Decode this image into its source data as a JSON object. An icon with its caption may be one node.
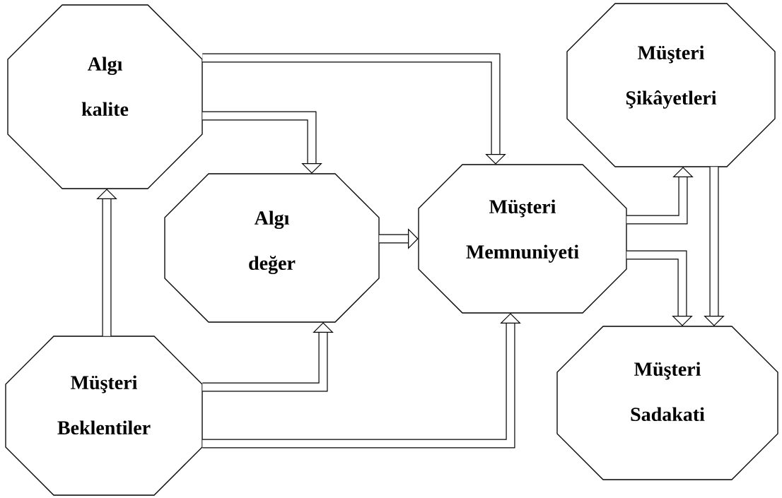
{
  "diagram": {
    "nodes": [
      {
        "text": [
          "Algı kalite"
        ]
      },
      {
        "text": [
          "Algı değer"
        ]
      },
      {
        "text": [
          "Müşteri Memnuniyeti"
        ]
      },
      {
        "text": [
          "Müşteri Şikâyetleri"
        ]
      },
      {
        "text": [
          "Müşteri Beklentiler"
        ]
      },
      {
        "text": [
          "Müşteri Sadakati"
        ]
      }
    ],
    "edges": [
      {
        "from": 0,
        "to": 2,
        "arrow": "to"
      },
      {
        "from": 0,
        "to": 1,
        "arrow": "to"
      },
      {
        "from": 4,
        "to": 0,
        "arrow": "to"
      },
      {
        "from": 4,
        "to": 1,
        "arrow": "to"
      },
      {
        "from": 4,
        "to": 2,
        "arrow": "to"
      },
      {
        "from": 1,
        "to": 2,
        "arrow": "to"
      },
      {
        "from": 2,
        "to": 3,
        "arrow": "to"
      },
      {
        "from": 2,
        "to": 5,
        "arrow": "to"
      },
      {
        "from": 3,
        "to": 5,
        "arrow": "to"
      }
    ]
  }
}
